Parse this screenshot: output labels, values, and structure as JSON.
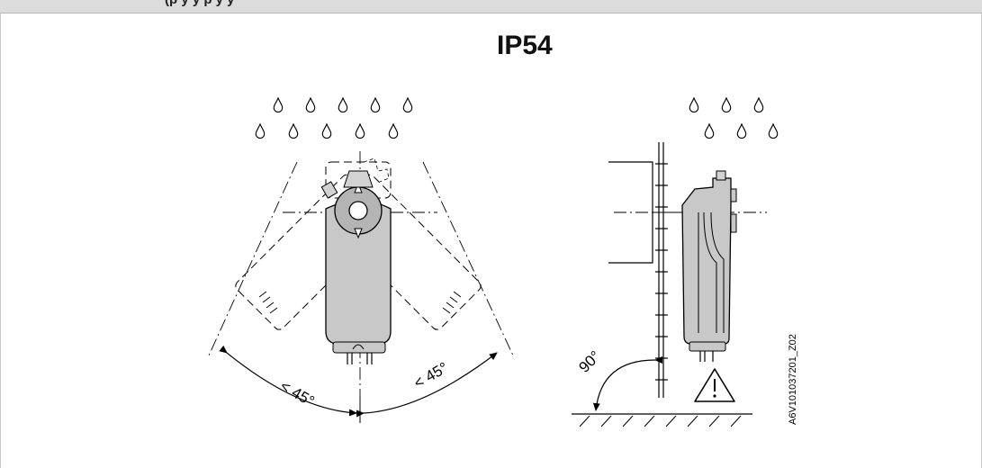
{
  "header": {
    "cropped_text": "(p y y p y y"
  },
  "title": "IP54",
  "left_figure": {
    "angle_left": "< 45°",
    "angle_right": "< 45°"
  },
  "right_figure": {
    "angle": "90°",
    "warning_icon": "warning-triangle-icon"
  },
  "document_code": "A6V101037201_Z02",
  "colors": {
    "actuator_fill": "#c8c8c8",
    "line": "#000000",
    "header_bg": "#dcdcdc"
  }
}
